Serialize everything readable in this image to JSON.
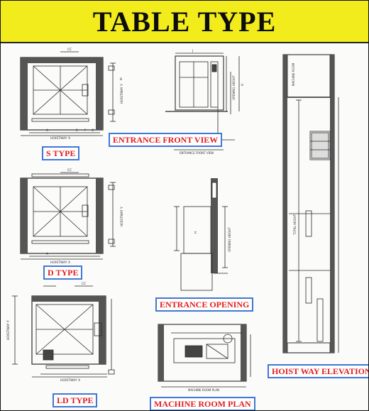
{
  "title": "TABLE TYPE",
  "labels": {
    "s_type": "S TYPE",
    "d_type": "D TYPE",
    "ld_type": "LD TYPE",
    "entrance_front_view": "ENTRANCE FRONT VIEW",
    "entrance_opening": "ENTRANCE OPENING",
    "machine_room_plan": "MACHINE ROOM PLAN",
    "hoist_way_elevation": "HOIST WAY ELEVATION"
  },
  "dimensions": {
    "cc": "CC",
    "hoistway_x": "HOISTWAY X",
    "hoistway_y": "HOISTWAY Y",
    "a": "A",
    "e": "E",
    "f": "F",
    "g": "G",
    "b": "B",
    "j": "J",
    "h": "H",
    "entrance_front_view_small": "ENTRANCE FRONT VIEW",
    "machine_room_plan_small": "MACHINE ROOM PLAN",
    "total_height": "TOTAL HEIGHT",
    "opening_height": "OPENING HEIGHT",
    "machine_room": "MACHINE ROOM"
  },
  "colors": {
    "banner": "#f2ec1c",
    "label_text": "#e21d1d",
    "label_border": "#3f78d8"
  }
}
